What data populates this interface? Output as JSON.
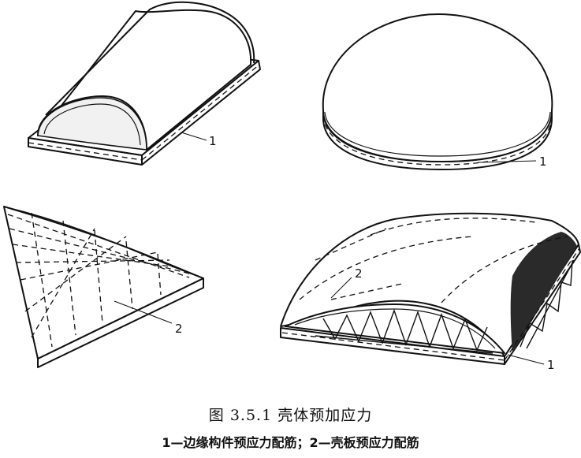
{
  "figure": {
    "labels": {
      "barrel_shell_edge": "1",
      "dome_edge": "1",
      "hypar_shell": "2",
      "double_curved_shell": "2",
      "double_curved_edge": "1"
    }
  },
  "caption": {
    "title": "图 3.5.1    壳体预加应力",
    "legend": "1—边缘构件预应力配筋；2—壳板预应力配筋"
  }
}
